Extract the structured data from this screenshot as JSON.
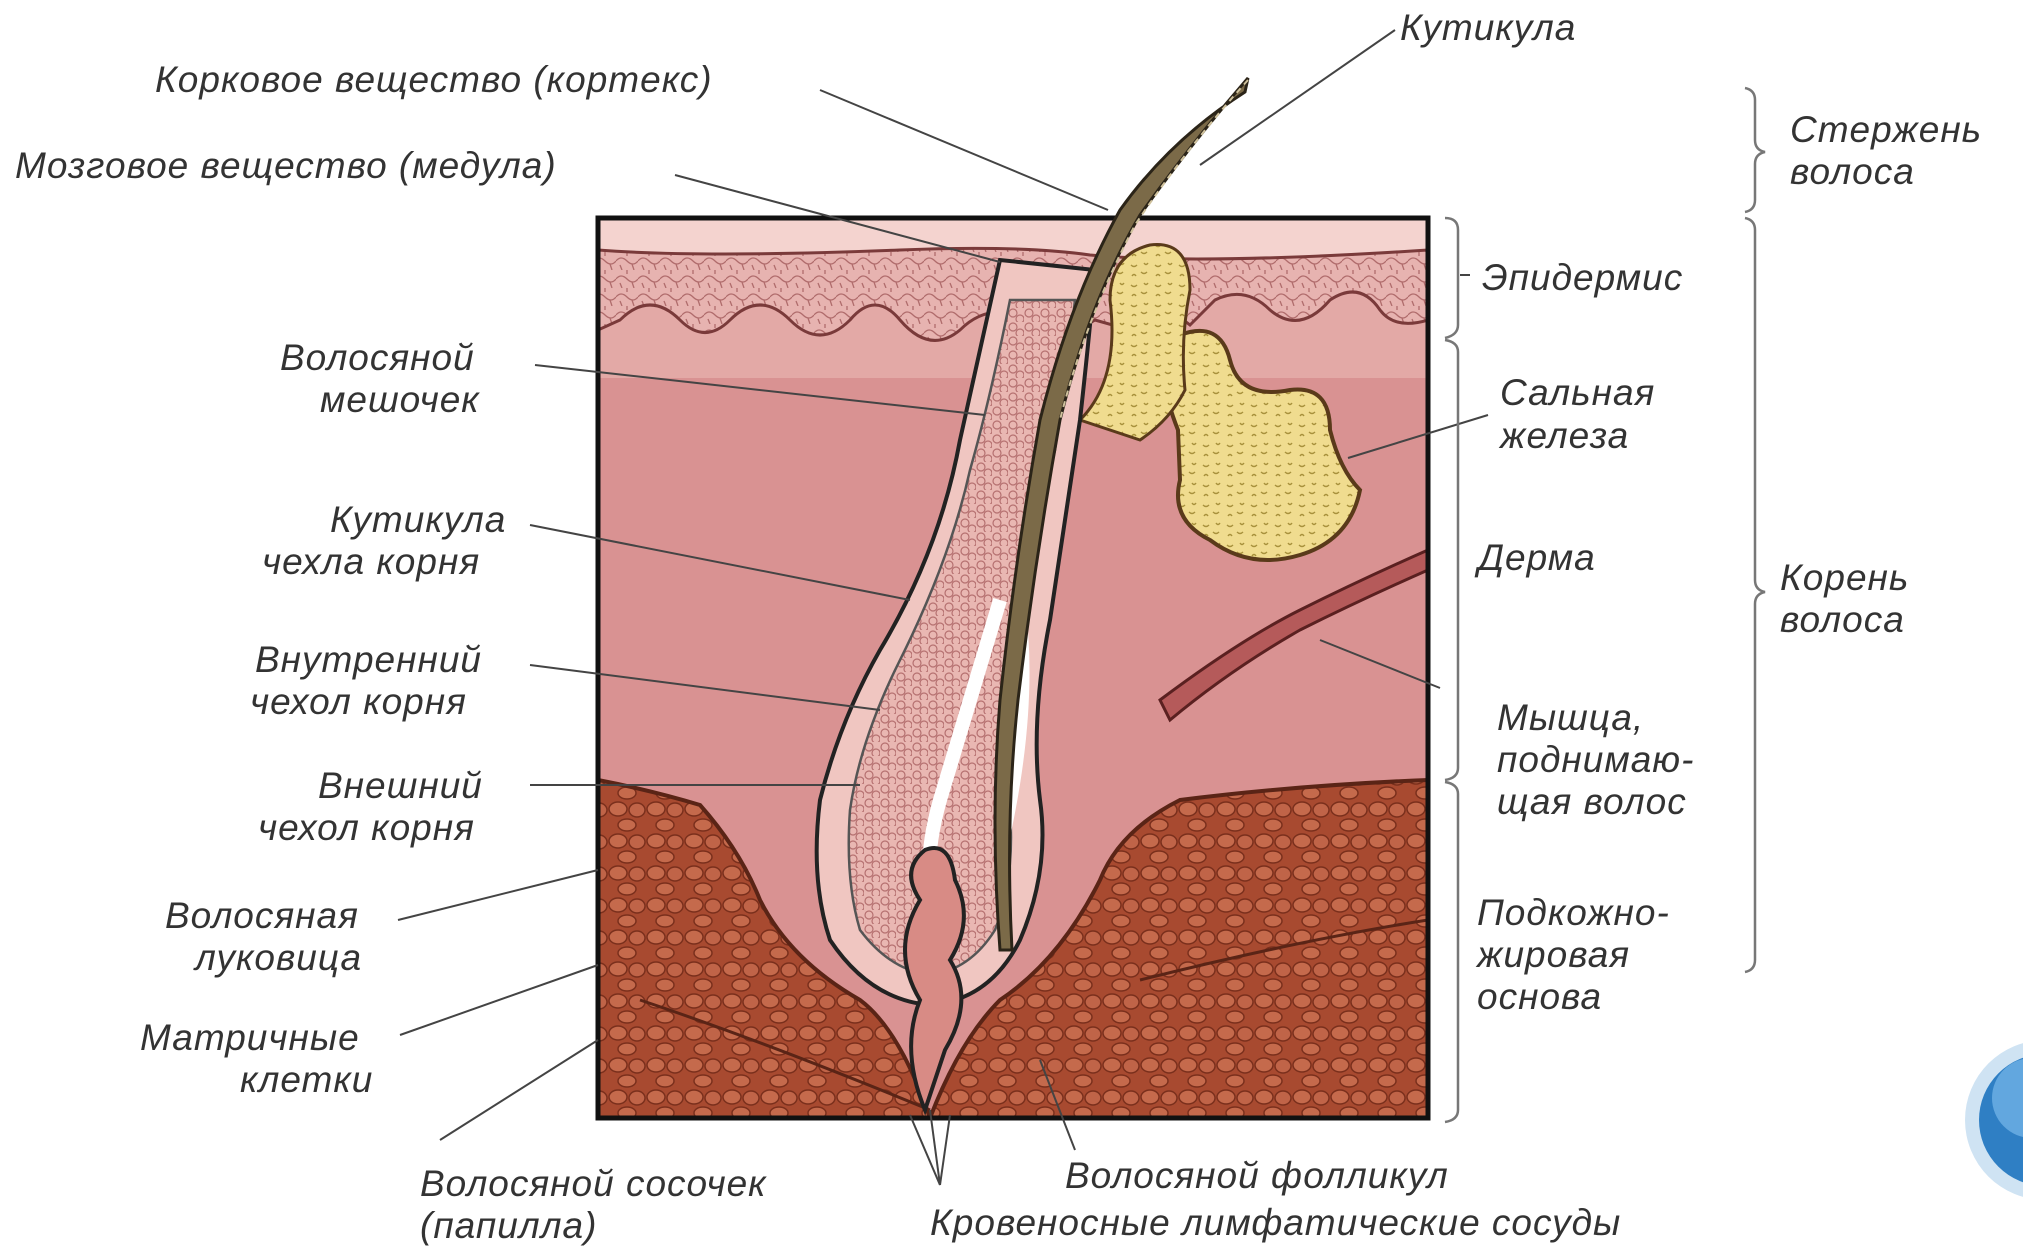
{
  "title": "",
  "labels": {
    "cuticle": "Кутикула",
    "cortex": "Корковое вещество (кортекс)",
    "medulla": "Мозговое вещество (медула)",
    "hair_sac_1": "Волосяной",
    "hair_sac_2": "мешочек",
    "root_cuticle_1": "Кутикула",
    "root_cuticle_2": "чехла корня",
    "inner_sheath_1": "Внутренний",
    "inner_sheath_2": "чехол корня",
    "outer_sheath_1": "Внешний",
    "outer_sheath_2": "чехол корня",
    "bulb_1": "Волосяная",
    "bulb_2": "луковица",
    "matrix_1": "Матричные",
    "matrix_2": "клетки",
    "papilla_1": "Волосяной сосочек",
    "papilla_2": "(папилла)",
    "follicle": "Волосяной фолликул",
    "vessels": "Кровеносные лимфатические сосуды",
    "epidermis": "Эпидермис",
    "sebaceous_1": "Сальная",
    "sebaceous_2": "железа",
    "dermis": "Дерма",
    "muscle_1": "Мышца,",
    "muscle_2": "поднимаю-",
    "muscle_3": "щая волос",
    "subcut_1": "Подкожно-",
    "subcut_2": "жировая",
    "subcut_3": "основа",
    "shaft_1": "Стержень",
    "shaft_2": "волоса",
    "root_1": "Корень",
    "root_2": "волоса"
  },
  "colors": {
    "epidermis_top": "#f4d3cf",
    "epidermis_cells": "#e7b3b0",
    "dermis": "#d99292",
    "dermis_light": "#e9b7b2",
    "subcutaneous": "#a84a30",
    "fat_cells": "#c56a4c",
    "sebaceous": "#f0dc8f",
    "hair": "#7b6a48",
    "muscle": "#b55a5a",
    "outline": "#1a1a1a",
    "label": "#333333"
  }
}
